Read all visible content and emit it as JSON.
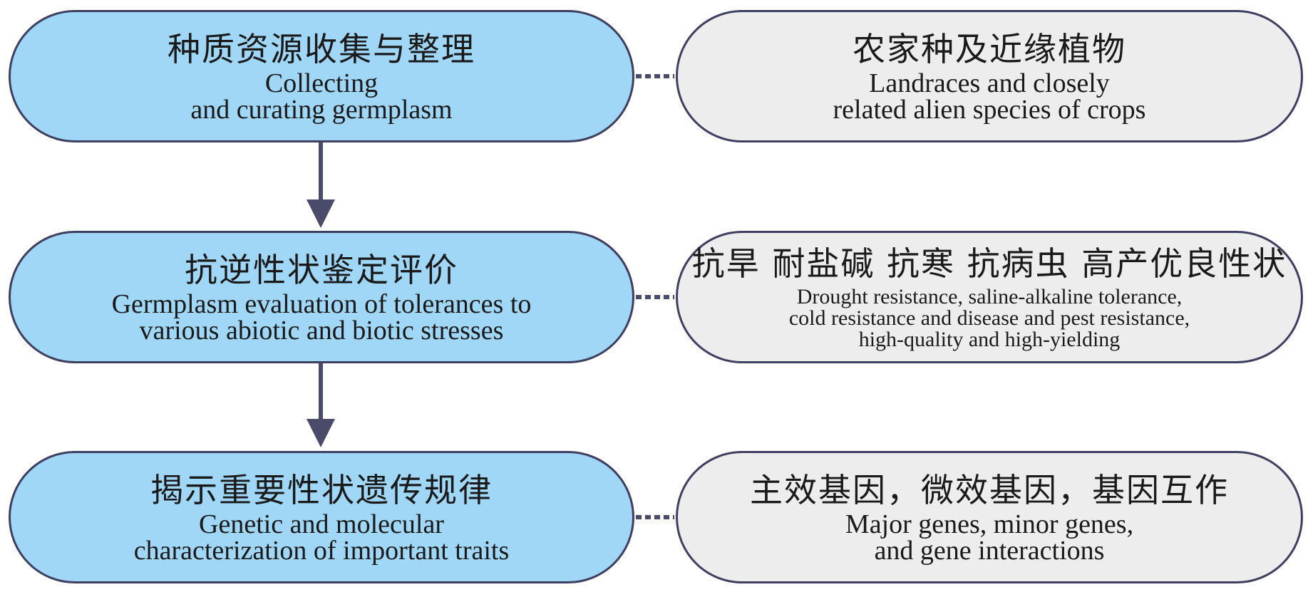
{
  "rows": [
    {
      "left": {
        "zh": "种质资源收集与整理",
        "en": [
          "Collecting",
          "and curating germplasm"
        ]
      },
      "right": {
        "zh": "农家种及近缘植物",
        "en": [
          "Landraces and closely",
          "related alien species of crops"
        ]
      }
    },
    {
      "left": {
        "zh": "抗逆性状鉴定评价",
        "en": [
          "Germplasm evaluation of tolerances to",
          "various abiotic and biotic stresses"
        ]
      },
      "right": {
        "zh": "抗旱 耐盐碱 抗寒 抗病虫 高产优良性状",
        "en": [
          "Drought resistance, saline-alkaline tolerance,",
          "cold resistance and disease and pest resistance,",
          "high-quality and high-yielding"
        ]
      }
    },
    {
      "left": {
        "zh": "揭示重要性状遗传规律",
        "en": [
          "Genetic and molecular",
          "characterization of important traits"
        ]
      },
      "right": {
        "zh": "主效基因，微效基因，基因互作",
        "en": [
          "Major genes, minor genes,",
          "and gene interactions"
        ]
      }
    }
  ],
  "colors": {
    "left_fill": "#a0d6f6",
    "right_fill": "#ededee",
    "stroke": "#3f3f62"
  }
}
